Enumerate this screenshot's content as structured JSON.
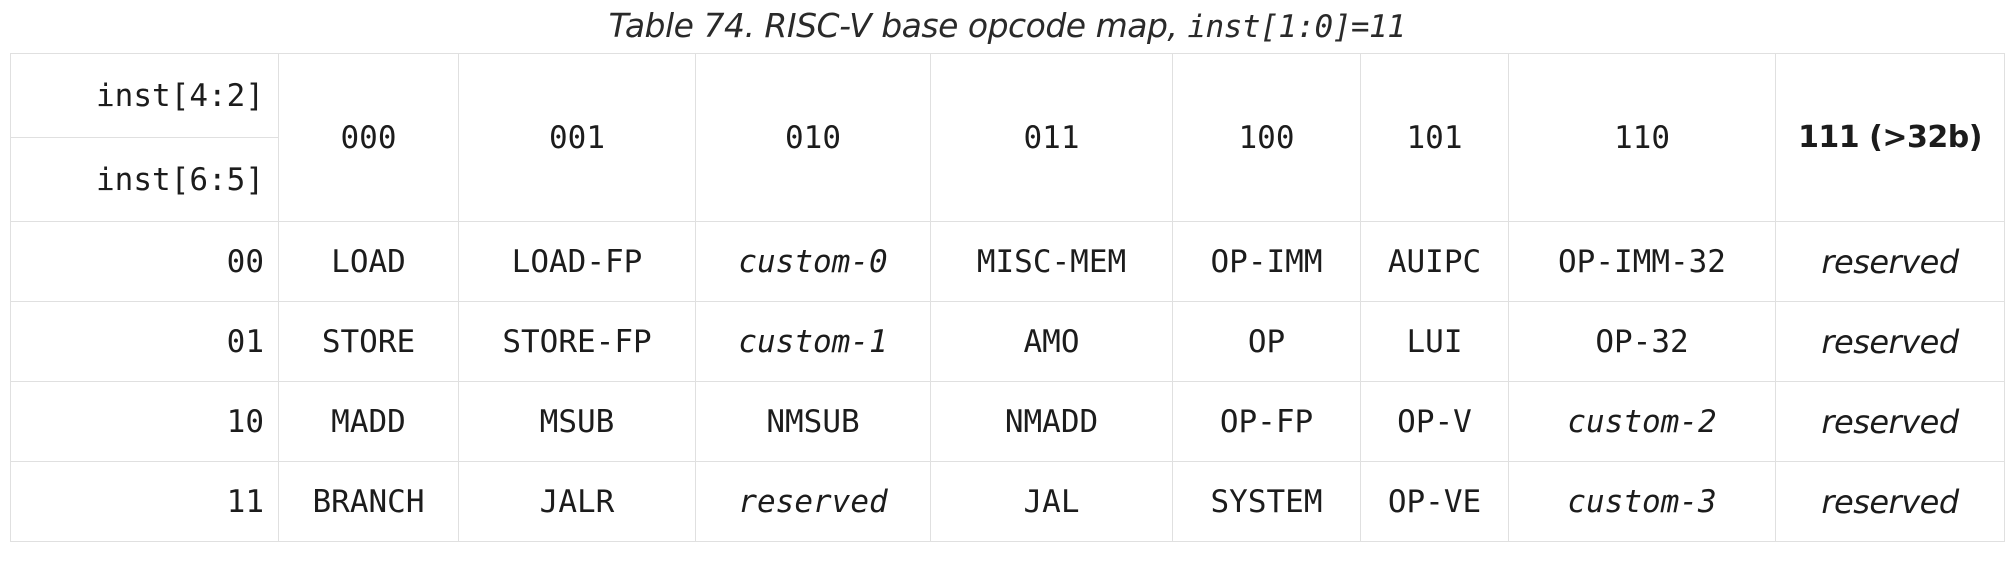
{
  "title": {
    "prefix": "Table 74. RISC-V base opcode map, ",
    "code": "inst[1:0]=11"
  },
  "colors": {
    "border": "#e0e0e0",
    "text": "#1c1c1c",
    "reserved_text": "#333333",
    "background": "#ffffff"
  },
  "table": {
    "corner_top": "inst[4:2]",
    "corner_bottom": "inst[6:5]",
    "col_headers": [
      "000",
      "001",
      "010",
      "011",
      "100",
      "101",
      "110",
      "111 (>32b)"
    ],
    "rows": [
      {
        "label": "00",
        "cells": [
          "LOAD",
          "LOAD-FP",
          "custom-0",
          "MISC-MEM",
          "OP-IMM",
          "AUIPC",
          "OP-IMM-32",
          "reserved"
        ]
      },
      {
        "label": "01",
        "cells": [
          "STORE",
          "STORE-FP",
          "custom-1",
          "AMO",
          "OP",
          "LUI",
          "OP-32",
          "reserved"
        ]
      },
      {
        "label": "10",
        "cells": [
          "MADD",
          "MSUB",
          "NMSUB",
          "NMADD",
          "OP-FP",
          "OP-V",
          "custom-2",
          "reserved"
        ]
      },
      {
        "label": "11",
        "cells": [
          "BRANCH",
          "JALR",
          "reserved",
          "JAL",
          "SYSTEM",
          "OP-VE",
          "custom-3",
          "reserved"
        ]
      }
    ]
  }
}
